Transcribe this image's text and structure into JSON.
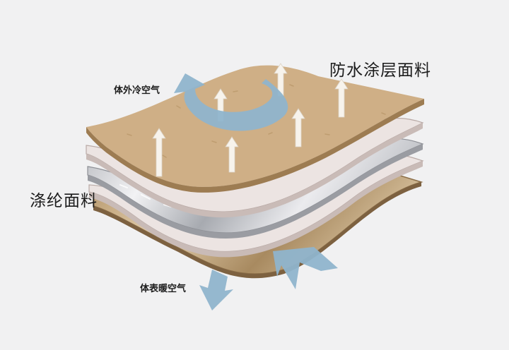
{
  "labels": {
    "waterproof_coating_fabric": "防水涂层面料",
    "polyester_fabric": "涤纶面料",
    "outside_cold_air": "体外冷空气",
    "body_warm_air": "体表暖空气"
  },
  "colors": {
    "background": "#f1f1f2",
    "coating_layer": "#cfaf86",
    "coating_edge": "#9d7c52",
    "membrane_layer": "#ece4e2",
    "membrane_edge": "#b9aaa6",
    "insulation_layer": "#cfd0d3",
    "polyester_layer": "#c3a680",
    "polyester_edge": "#8a6d47",
    "air_arrow": "#8fb4cc",
    "vapor_arrow": "#f7f3ec"
  },
  "icons": {
    "cold_air_arrow": "curved-arrow-icon",
    "warm_air_arrows": "arrow-icon",
    "vapor_arrows": "up-arrow-icon"
  }
}
